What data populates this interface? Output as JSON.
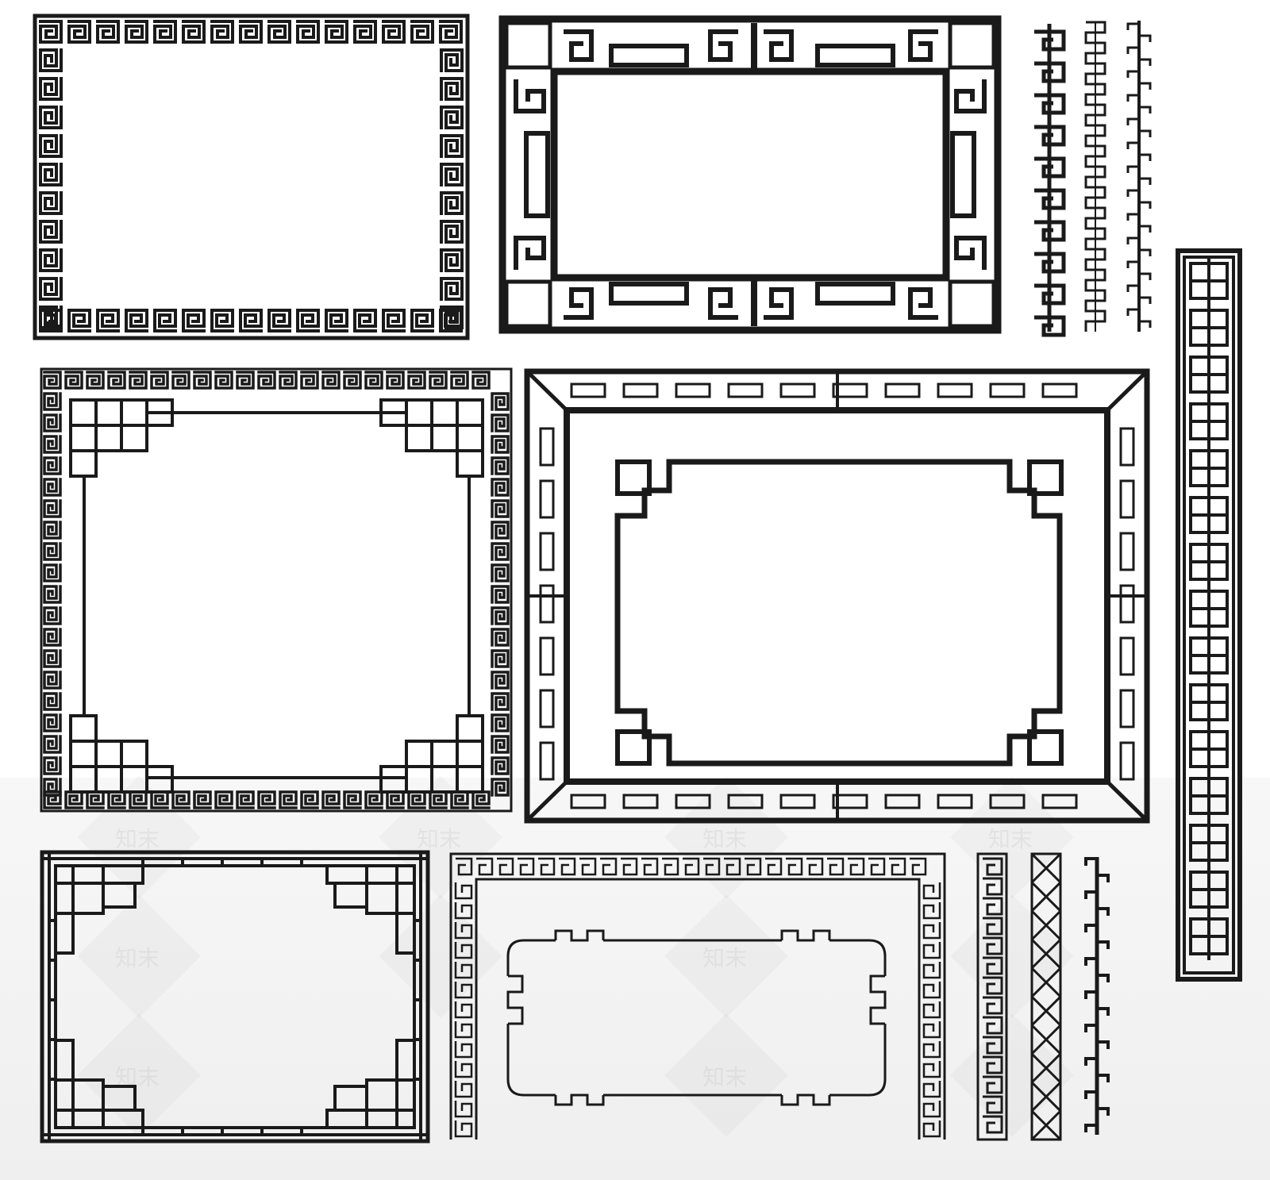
{
  "colors": {
    "ink": "#1a1a1a",
    "background": "#ffffff",
    "wash": "#f1f1f1"
  },
  "watermark": "知末",
  "ornaments": [
    {
      "name": "greek-key-frame",
      "motif": "meander"
    },
    {
      "name": "fretwork-lattice-frame",
      "motif": "fretwork"
    },
    {
      "name": "meander-strip-border",
      "motif": "meander"
    },
    {
      "name": "zigzag-strip-border",
      "motif": "zigzag"
    },
    {
      "name": "barbed-strip-border",
      "motif": "barbed"
    },
    {
      "name": "tall-lattice-strip",
      "motif": "lattice"
    },
    {
      "name": "key-frame-stepped-corners",
      "motif": "meander"
    },
    {
      "name": "bevel-frame-with-cartouche",
      "motif": "lattice"
    },
    {
      "name": "grid-corner-frame",
      "motif": "lattice"
    },
    {
      "name": "cloud-fret-frame",
      "motif": "fretwork"
    },
    {
      "name": "narrow-key-strip",
      "motif": "meander"
    },
    {
      "name": "crosshatch-strip",
      "motif": "crosshatch"
    },
    {
      "name": "stepped-strip",
      "motif": "stepped"
    }
  ]
}
